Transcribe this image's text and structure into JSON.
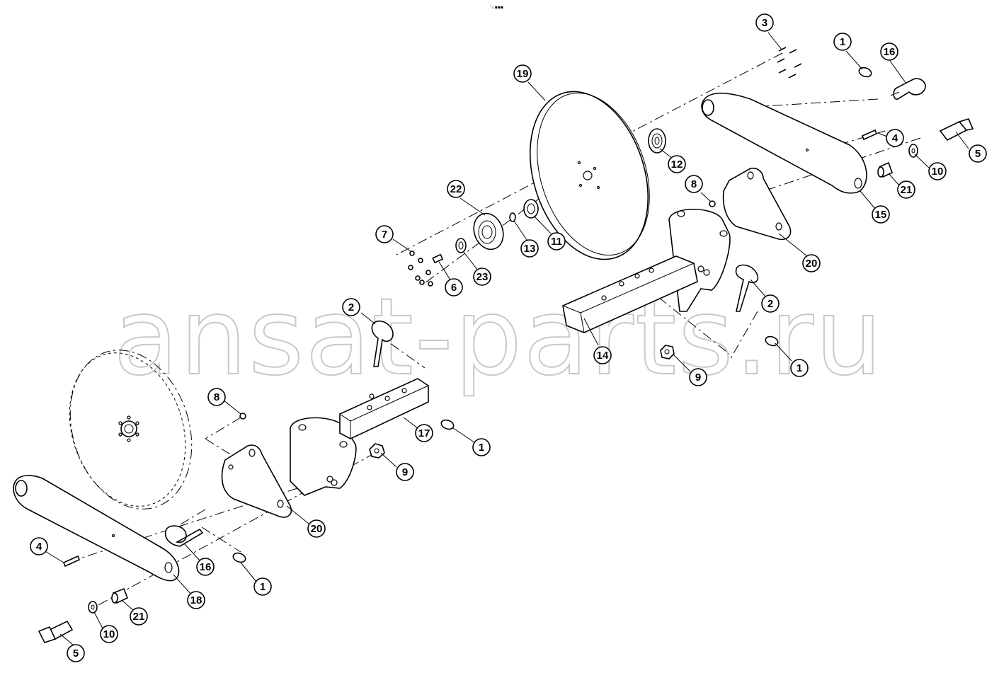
{
  "header_mark": "ᵔ₀ ▪▪▪",
  "watermark": "ansat-parts.ru",
  "callouts": {
    "c1a": "1",
    "c1b": "1",
    "c1c": "1",
    "c1d": "1",
    "c2a": "2",
    "c2b": "2",
    "c3": "3",
    "c4a": "4",
    "c4b": "4",
    "c5a": "5",
    "c5b": "5",
    "c6": "6",
    "c7": "7",
    "c8a": "8",
    "c8b": "8",
    "c9a": "9",
    "c9b": "9",
    "c10a": "10",
    "c10b": "10",
    "c11": "11",
    "c12": "12",
    "c13": "13",
    "c14": "14",
    "c15": "15",
    "c16a": "16",
    "c16b": "16",
    "c17": "17",
    "c18": "18",
    "c19": "19",
    "c20a": "20",
    "c20b": "20",
    "c21a": "21",
    "c21b": "21",
    "c22": "22",
    "c23": "23"
  }
}
